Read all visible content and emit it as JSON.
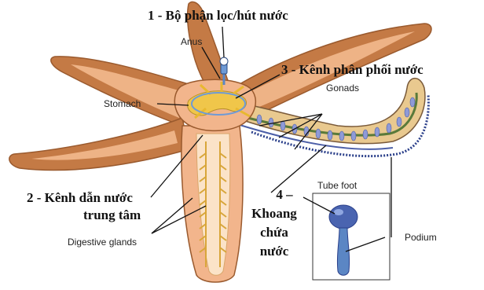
{
  "labels": {
    "filter": "1 - Bộ phận lọc/hút nước",
    "anus": "Anus",
    "radial_canal": "3 - Kênh phân phối nước",
    "gonads": "Gonads",
    "stomach": "Stomach",
    "central_canal_line1": "2 - Kênh dẫn nước",
    "central_canal_line2": "trung tâm",
    "digestive_glands": "Digestive glands",
    "tube_foot": "Tube foot",
    "chamber_line1": "4 –",
    "chamber_line2": "Khoang",
    "chamber_line3": "chứa",
    "chamber_line4": "nước",
    "podium": "Podium"
  },
  "colors": {
    "body_outer": "#c9804a",
    "body_inner": "#f2b58c",
    "skeleton": "#e8c14a",
    "canal_blue": "#5b86c4",
    "podium_blue": "#4c5fa8",
    "leader": "#111111"
  }
}
